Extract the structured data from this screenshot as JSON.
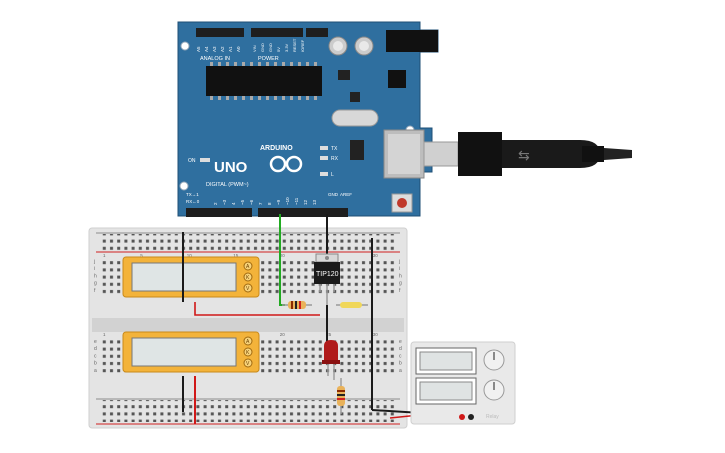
{
  "arduino": {
    "brand": "ARDUINO",
    "model": "UNO",
    "analog_label": "ANALOG IN",
    "power_label": "POWER",
    "digital_label": "DIGITAL (PWM~)",
    "on_label": "ON",
    "tx_label": "TX",
    "rx_label": "RX",
    "l_label": "L",
    "aref_label": "AREF",
    "gnd_label": "GND",
    "tx_pin_label": "TX→1",
    "rx_pin_label": "RX←0",
    "analog_pins": [
      "A5",
      "A4",
      "A3",
      "A2",
      "A1",
      "A0"
    ],
    "power_pins": [
      "VIN",
      "GND",
      "GND",
      "5V",
      "3.3V",
      "RESET",
      "IOREF"
    ],
    "digital_pins": [
      "13",
      "12",
      "~11",
      "~10",
      "~9",
      "8",
      "7",
      "~6",
      "~5",
      "4",
      "~3",
      "2"
    ],
    "colors": {
      "board": "#2f6f9f",
      "header": "#222222",
      "text": "#ffffff"
    }
  },
  "transistor": {
    "label": "TIP120"
  },
  "breadboard": {
    "row_letters_top": [
      "j",
      "i",
      "h",
      "g",
      "f"
    ],
    "row_letters_bottom": [
      "e",
      "d",
      "c",
      "b",
      "a"
    ],
    "column_numbers": [
      "1",
      "5",
      "10",
      "15",
      "20",
      "25",
      "30"
    ],
    "colors": {
      "body": "#e6e6e6",
      "rail_red": "#d02020",
      "rail_black": "#222222"
    }
  },
  "lcd": {
    "pin_labels": [
      "A",
      "K",
      "V"
    ]
  },
  "relay": {
    "text": "Relay"
  },
  "wires": {
    "green": "#22aa22",
    "red": "#d01818",
    "black": "#1a1a1a"
  },
  "led": {
    "color": "#b01a1a"
  }
}
